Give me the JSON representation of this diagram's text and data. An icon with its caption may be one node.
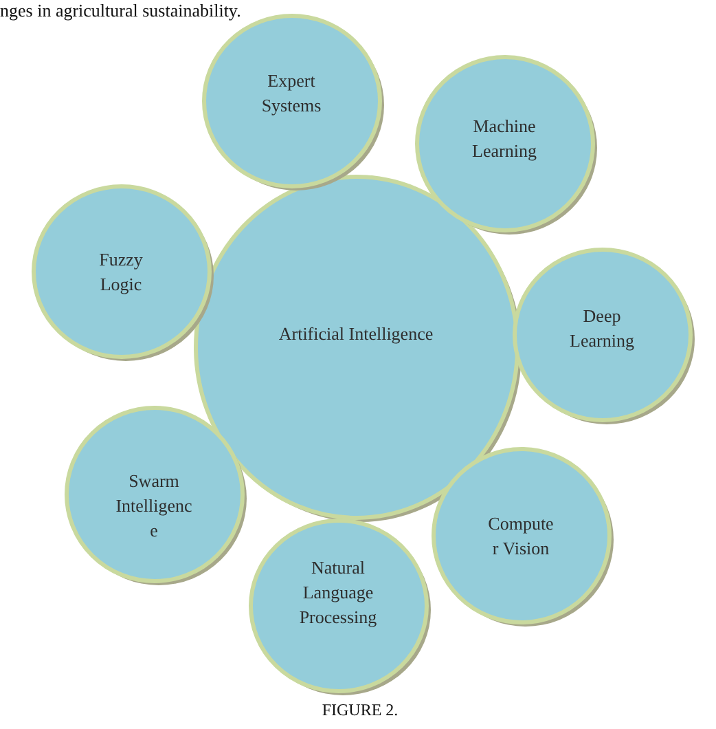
{
  "diagram": {
    "caption": "FIGURE 2.",
    "nodes": [
      {
        "text": [
          "Artificial Intelligence"
        ]
      },
      {
        "text": [
          "Expert Systems"
        ]
      },
      {
        "text": [
          "Machine Learning"
        ]
      },
      {
        "text": [
          "Deep Learning"
        ]
      },
      {
        "text": [
          "Compute r Vision"
        ]
      },
      {
        "text": [
          "Natural Language Processing"
        ]
      },
      {
        "text": [
          "Swarm Intelligenc e"
        ]
      },
      {
        "text": [
          "Fuzzy Logic"
        ]
      }
    ],
    "labels": [
      "nges in agricultural sustainability."
    ]
  }
}
